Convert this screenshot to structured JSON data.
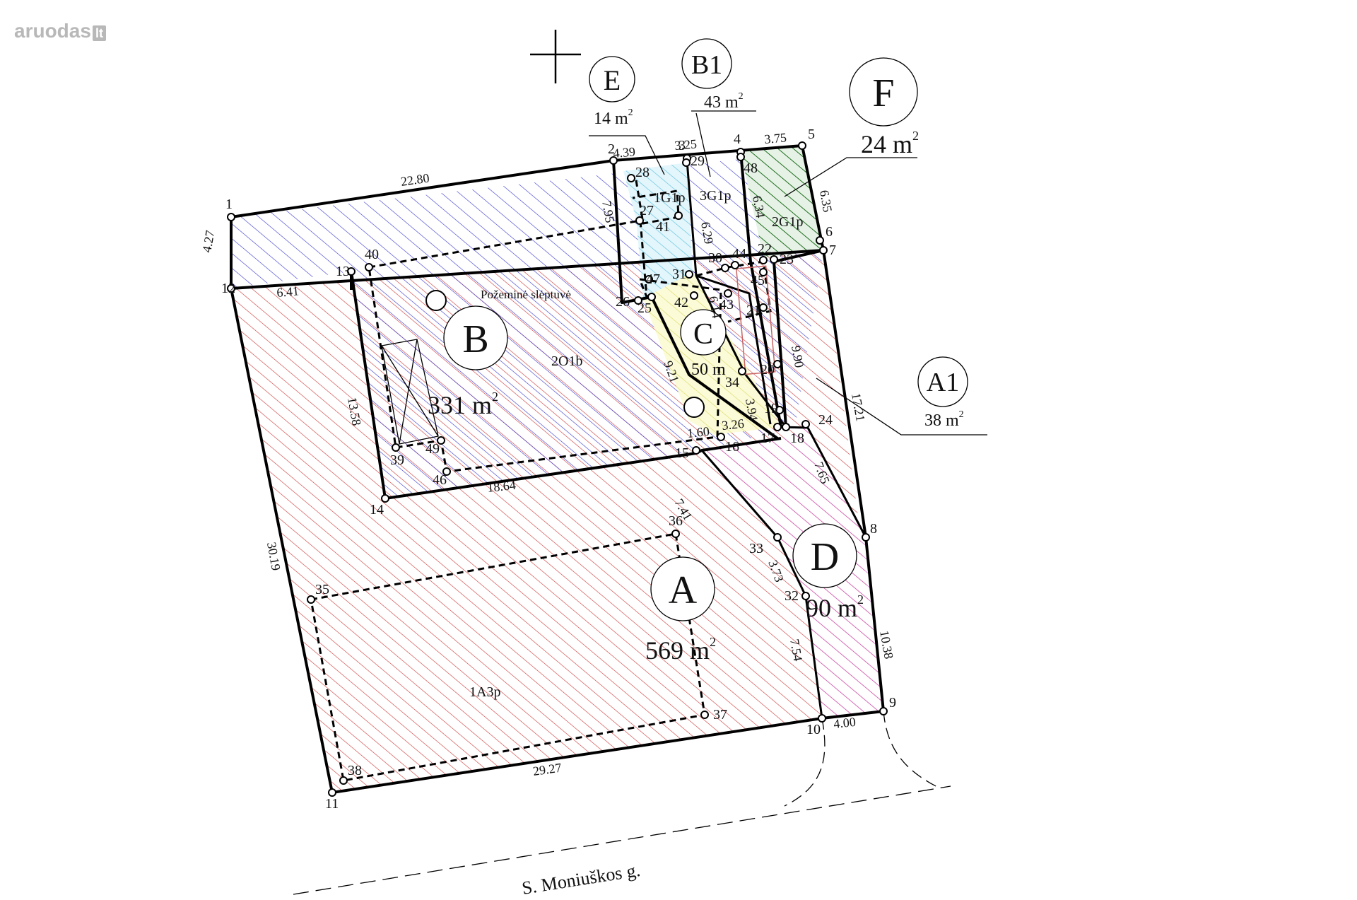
{
  "watermark": {
    "name": "aruodas",
    "tld": "lt"
  },
  "street": "S. Moniuškos g.",
  "underground_label": "Požeminė slėptuvė",
  "buildings": [
    {
      "letter": "A",
      "area": "569 m",
      "code": "1A3p"
    },
    {
      "letter": "B",
      "area": "331 m",
      "code": "2O1b"
    },
    {
      "letter": "C",
      "area": "50 m",
      "code": ""
    },
    {
      "letter": "D",
      "area": "90 m",
      "code": ""
    },
    {
      "letter": "E",
      "area": "14 m",
      "code": "1G1p"
    },
    {
      "letter": "B1",
      "area": "43 m",
      "code": "3G1p"
    },
    {
      "letter": "F",
      "area": "24 m",
      "code": "2G1p"
    },
    {
      "letter": "A1",
      "area": "38 m",
      "code": ""
    }
  ],
  "area_sup": "2",
  "dimensions": [
    "22.80",
    "4.27",
    "6.41",
    "13.58",
    "18.64",
    "30.19",
    "29.27",
    "4.00",
    "10.38",
    "7.54",
    "3.73",
    "7.41",
    "1.60",
    "3.26",
    "9.21",
    "3.94",
    "9.90",
    "17.21",
    "7.65",
    "6.35",
    "6.34",
    "6.29",
    "7.95",
    "4.39",
    "3.25",
    "3.75",
    "6.14"
  ],
  "points": [
    "1",
    "2",
    "3",
    "4",
    "5",
    "6",
    "7",
    "8",
    "9",
    "10",
    "11",
    "12",
    "13",
    "14",
    "15",
    "16",
    "17",
    "18",
    "19",
    "20",
    "21",
    "22",
    "23",
    "24",
    "25",
    "26",
    "27",
    "28",
    "29",
    "30",
    "31",
    "32",
    "33",
    "34",
    "35",
    "36",
    "37",
    "38",
    "39",
    "40",
    "41",
    "42",
    "43",
    "44",
    "45",
    "46",
    "47",
    "48",
    "49"
  ],
  "colors": {
    "A": "#c83232",
    "B": "#3232c8",
    "C": "#e6e664",
    "D": "#c864c8",
    "E": "#64c8e6",
    "F": "#1e6e1e",
    "hatch_pattern_red": "#cc3333"
  }
}
